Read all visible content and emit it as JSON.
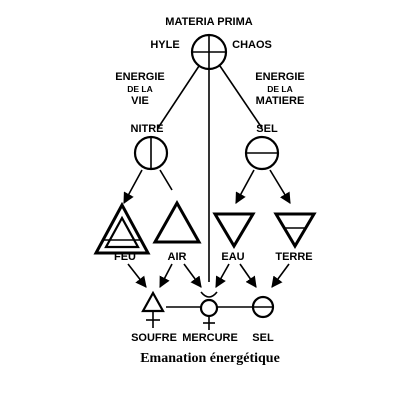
{
  "title": "MATERIA PRIMA",
  "top_left_label": "HYLE",
  "top_right_label": "CHAOS",
  "left_energy": [
    "ENERGIE",
    "DE LA",
    "VIE"
  ],
  "right_energy": [
    "ENERGIE",
    "DE LA",
    "MATIERE"
  ],
  "left_principle": "NITRE",
  "right_principle": "SEL",
  "elements": {
    "fire": "FEU",
    "air": "AIR",
    "water": "EAU",
    "earth": "TERRE"
  },
  "products": {
    "sulfur": "SOUFRE",
    "mercury": "MERCURE",
    "salt": "SEL"
  },
  "caption": "Emanation énergétique"
}
